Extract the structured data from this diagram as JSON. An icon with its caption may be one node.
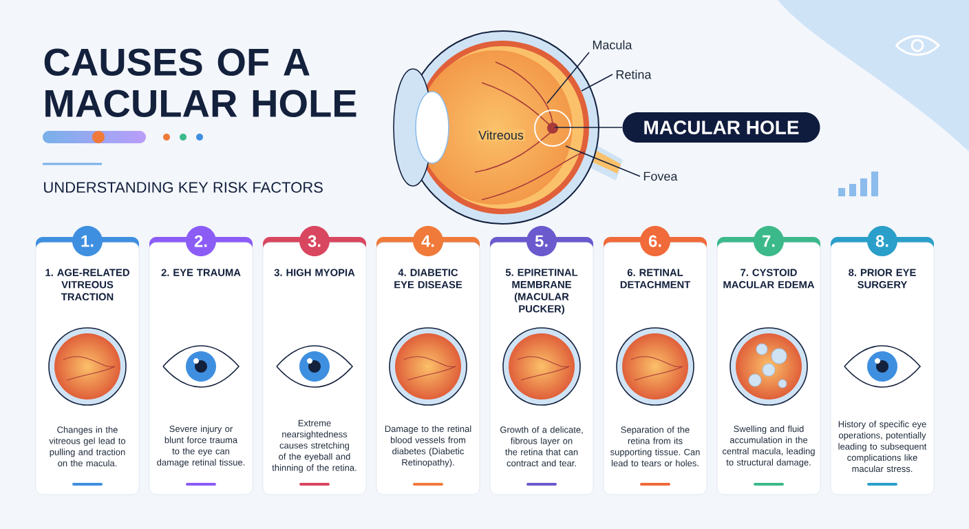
{
  "diagram": {
    "title": "CAUSES OF A MACULAR HOLE",
    "nodes": [
      {
        "text": [
          "Macula"
        ]
      },
      {
        "text": [
          "Retina"
        ]
      },
      {
        "text": [
          "Fovea"
        ]
      },
      {
        "text": [
          "MACULAR HOLE"
        ]
      },
      {
        "text": [
          "1.",
          "1. AGE-RELATED VITREOUS TRACTION",
          "Changes in the vitreous gel lead to pulling and traction on the macula."
        ]
      },
      {
        "text": [
          "2.",
          "2. EYE TRAUMA",
          "Severe injury or blunt force trauma to the eye can damage retinal tissue."
        ]
      },
      {
        "text": [
          "3.",
          "3. HIGH MYOPIA",
          "Extreme nearsightedness causes stretching of the eyeball and thinning of the retina."
        ]
      },
      {
        "text": [
          "4.",
          "4. DIABETIC EYE DISEASE",
          "Damage to the retinal blood vessels from diabetes (Diabetic Retinopathy)."
        ]
      },
      {
        "text": [
          "5.",
          "5. EPIRETINAL MEMBRANE (MACULAR PUCKER)",
          "Growth of a delicate, fibrous layer on the retina that can contract and tear."
        ]
      },
      {
        "text": [
          "6.",
          "6. RETINAL DETACHMENT",
          "Separation of the retina from its supporting tissue. Can lead to tears or holes."
        ]
      },
      {
        "text": [
          "7.",
          "7. CYSTOID MACULAR EDEMA",
          "Swelling and fluid accumulation in the central macula, leading to structural damage."
        ]
      },
      {
        "text": [
          "8.",
          "8. PRIOR EYE SURGERY",
          "History of specific eye operations, potentially leading to subsequent complications like macular stress."
        ]
      }
    ],
    "edges": [
      {
        "from": 0,
        "to": null,
        "arrow": "none"
      },
      {
        "from": 1,
        "to": null,
        "arrow": "none"
      },
      {
        "from": 2,
        "to": null,
        "arrow": "none"
      },
      {
        "from": 3,
        "to": null,
        "arrow": "none"
      }
    ],
    "labels": [
      "UNDERSTANDING KEY RISK FACTORS",
      "Vitreous"
    ]
  }
}
